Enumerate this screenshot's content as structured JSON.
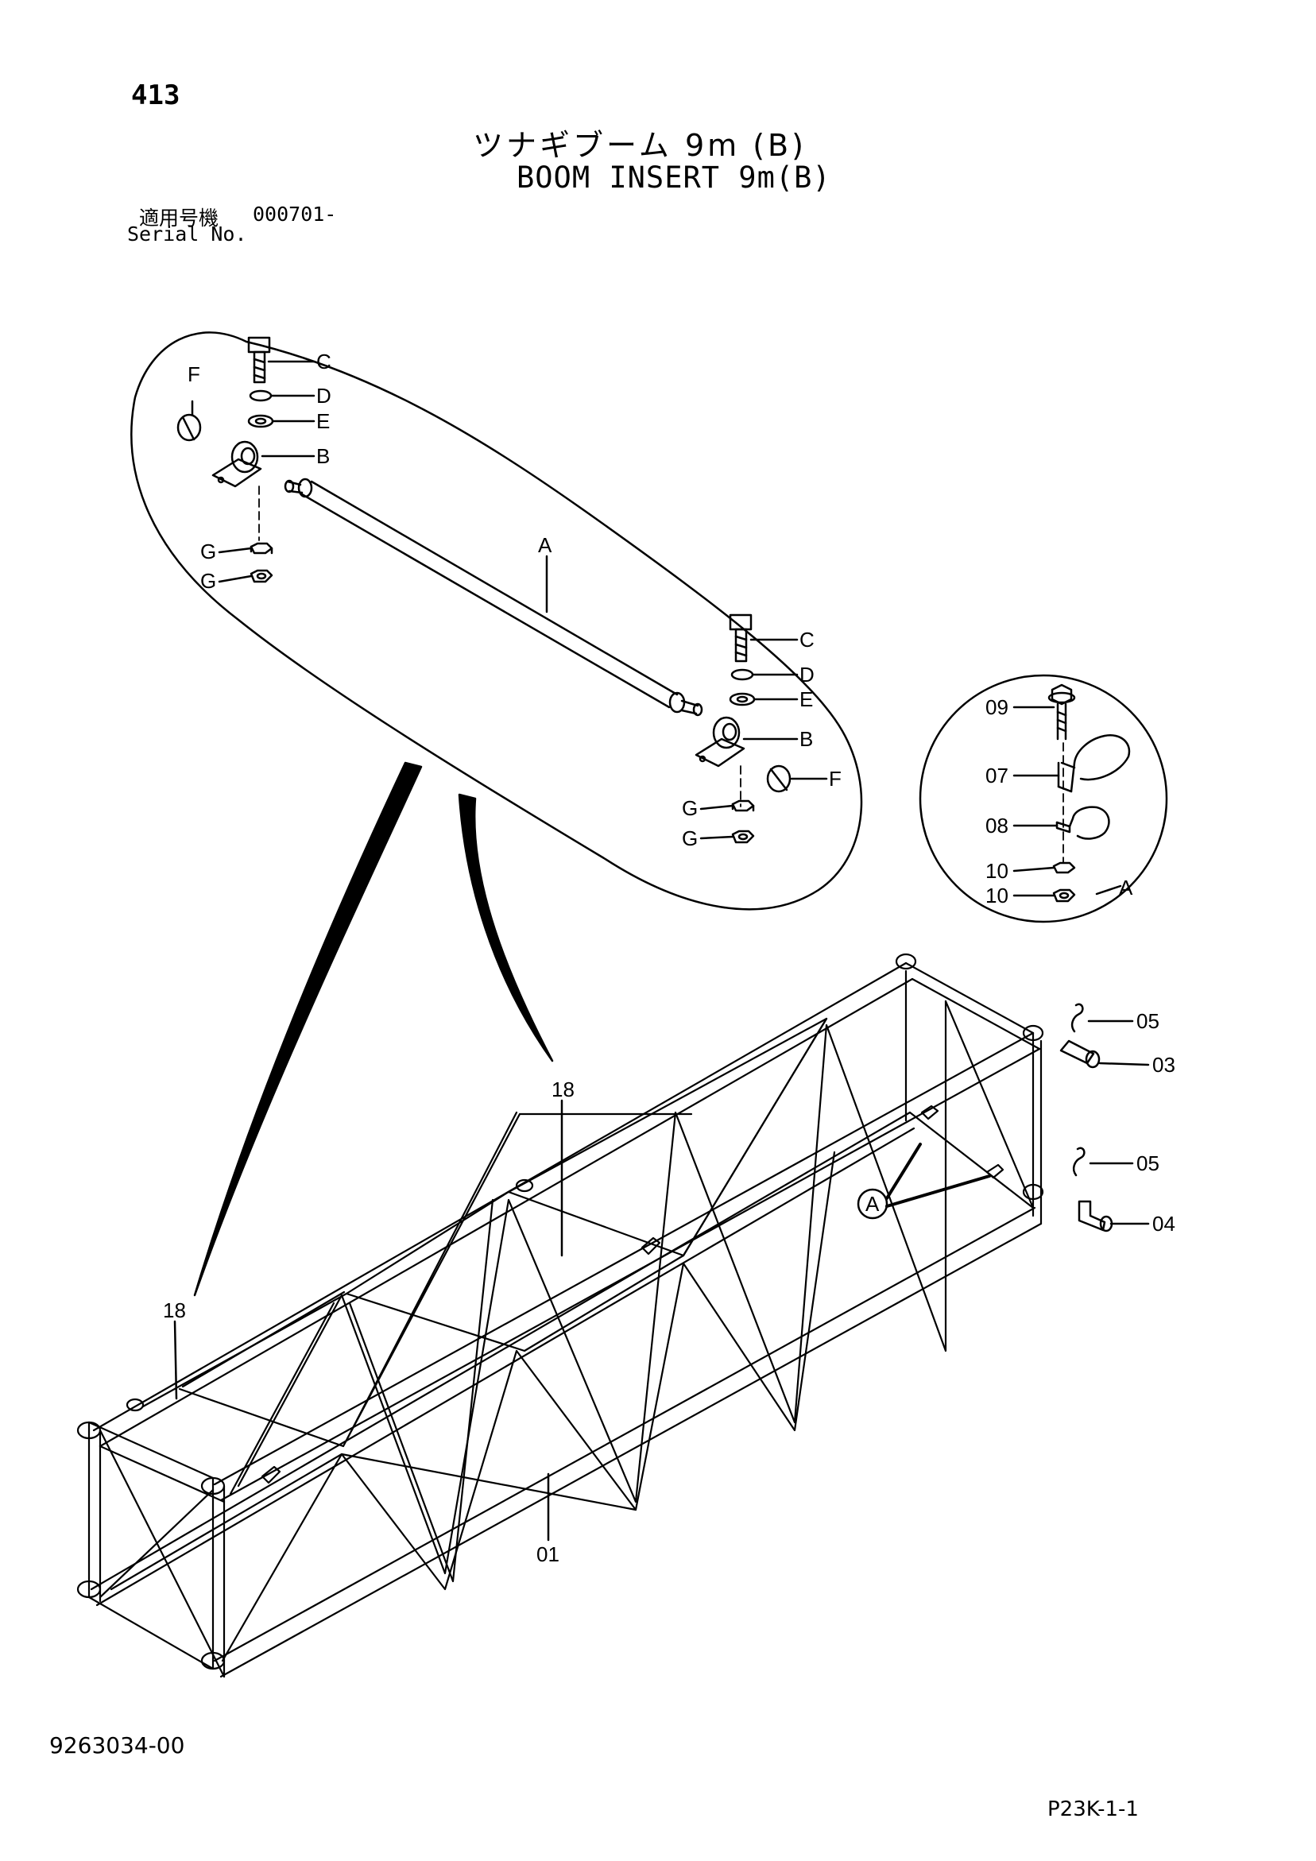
{
  "header": {
    "page_number": "413",
    "title_japanese": "ツナギブーム 9m (B)",
    "title_english": "BOOM INSERT 9m(B)",
    "serial_label_japanese": "適用号機",
    "serial_value": "000701-",
    "serial_label_english": "Serial No."
  },
  "callouts": {
    "detail_a": {
      "bolt_top": "C",
      "lock_washer_top": "D",
      "washer_top": "E",
      "bracket_top": "B",
      "clip_top": "F",
      "nut_top_1": "G",
      "nut_top_2": "G",
      "pipe": "A",
      "bolt_bottom": "C",
      "lock_washer_bottom": "D",
      "washer_bottom": "E",
      "bracket_bottom": "B",
      "clip_bottom": "F",
      "nut_bottom_1": "G",
      "nut_bottom_2": "G"
    },
    "detail_round": {
      "bolt": "09",
      "clamp_upper": "07",
      "clamp_lower": "08",
      "nut_1": "10",
      "nut_2": "10",
      "detail_marker": "A"
    },
    "main": {
      "pipe_right": "18",
      "pipe_left": "18",
      "boom_body": "01",
      "snap_pin_upper": "05",
      "pin_upper": "03",
      "snap_pin_lower": "05",
      "pin_lower": "04",
      "circle_marker": "A"
    }
  },
  "footer": {
    "document_number": "9263034-00",
    "reference_code": "P23K-1-1"
  }
}
